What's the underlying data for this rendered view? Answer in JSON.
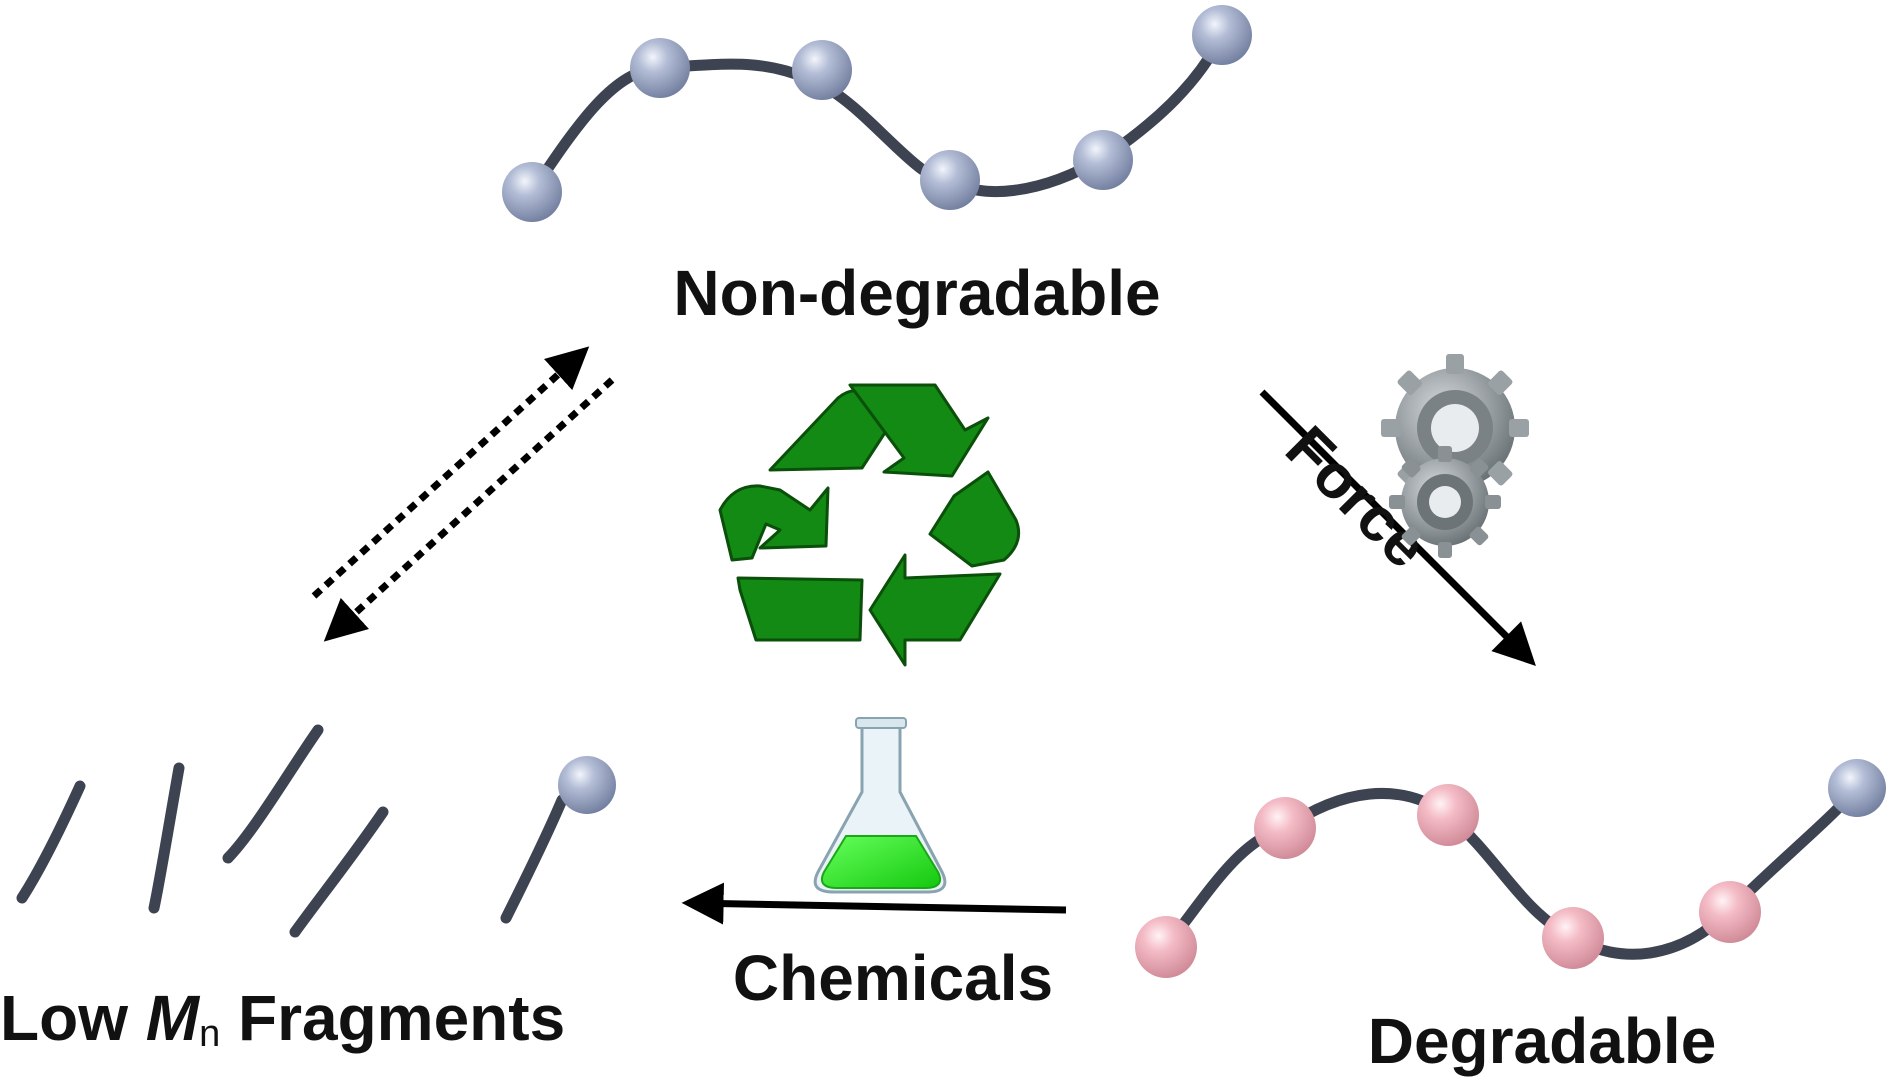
{
  "labels": {
    "top": "Non-degradable",
    "bottom_right": "Degradable",
    "bottom_left_prefix": "Low ",
    "bottom_left_symbol": "M",
    "bottom_left_subscript": "n",
    "bottom_left_suffix": " Fragments",
    "force": "Force",
    "chemicals": "Chemicals"
  },
  "icons": {
    "recycle": "recycle-icon",
    "gears": "gears-icon",
    "flask": "flask-icon"
  },
  "colors": {
    "chain": "#3d4350",
    "bead_nondegradable": "#a4b0cc",
    "bead_degradable": "#f2b8c3",
    "recycle_green": "#138a13",
    "flask_liquid": "#22e81e",
    "gear_gray": "#8f969a",
    "arrow": "#000000"
  }
}
